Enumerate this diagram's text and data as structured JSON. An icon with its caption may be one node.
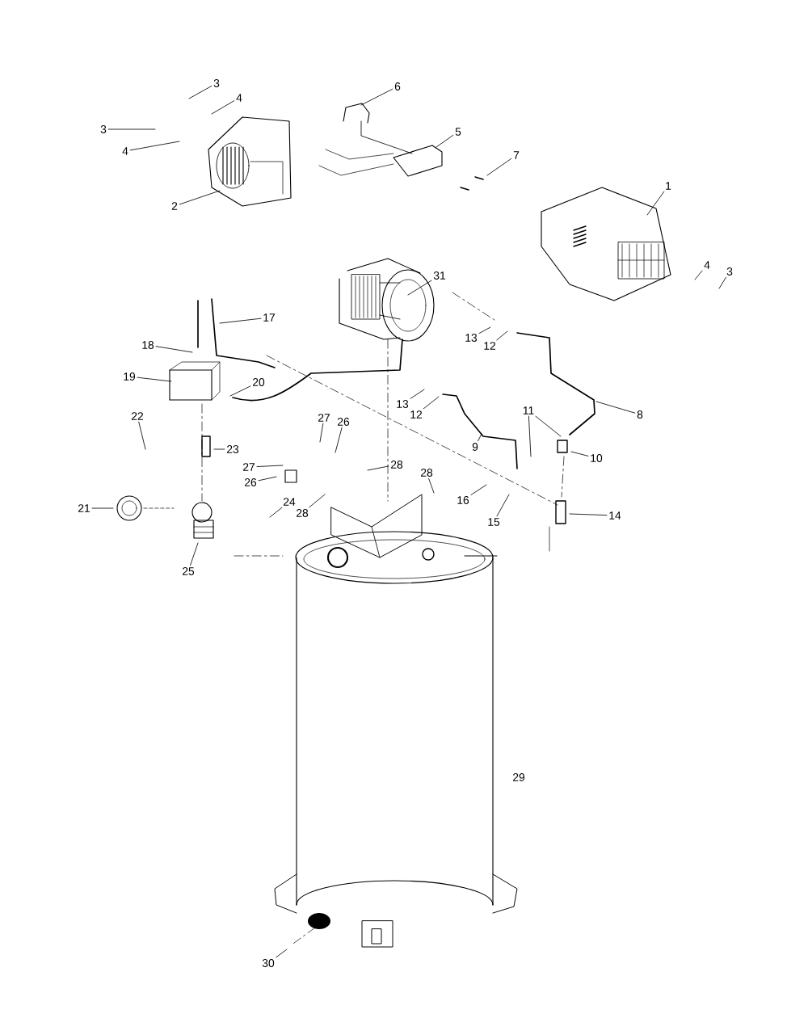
{
  "diagram": {
    "nodes": [
      {
        "text": [
          "3"
        ]
      },
      {
        "text": [
          "4"
        ]
      },
      {
        "text": [
          "3"
        ]
      },
      {
        "text": [
          "4"
        ]
      },
      {
        "text": [
          "6"
        ]
      },
      {
        "text": [
          "5"
        ]
      },
      {
        "text": [
          "7"
        ]
      },
      {
        "text": [
          "1"
        ]
      },
      {
        "text": [
          "2"
        ]
      },
      {
        "text": [
          "4"
        ]
      },
      {
        "text": [
          "3"
        ]
      },
      {
        "text": [
          "31"
        ]
      },
      {
        "text": [
          "17"
        ]
      },
      {
        "text": [
          "13"
        ]
      },
      {
        "text": [
          "18"
        ]
      },
      {
        "text": [
          "12"
        ]
      },
      {
        "text": [
          "19"
        ]
      },
      {
        "text": [
          "20"
        ]
      },
      {
        "text": [
          "13"
        ]
      },
      {
        "text": [
          "11"
        ]
      },
      {
        "text": [
          "8"
        ]
      },
      {
        "text": [
          "12"
        ]
      },
      {
        "text": [
          "22"
        ]
      },
      {
        "text": [
          "27"
        ]
      },
      {
        "text": [
          "26"
        ]
      },
      {
        "text": [
          "9"
        ]
      },
      {
        "text": [
          "23"
        ]
      },
      {
        "text": [
          "10"
        ]
      },
      {
        "text": [
          "28"
        ]
      },
      {
        "text": [
          "27"
        ]
      },
      {
        "text": [
          "28"
        ]
      },
      {
        "text": [
          "26"
        ]
      },
      {
        "text": [
          "16"
        ]
      },
      {
        "text": [
          "24"
        ]
      },
      {
        "text": [
          "21"
        ]
      },
      {
        "text": [
          "28"
        ]
      },
      {
        "text": [
          "14"
        ]
      },
      {
        "text": [
          "15"
        ]
      },
      {
        "text": [
          "25"
        ]
      },
      {
        "text": [
          "30"
        ]
      }
    ],
    "edges": [
      {
        "from": 0,
        "to": null,
        "arrow": "none"
      },
      {
        "from": 1,
        "to": null,
        "arrow": "none"
      },
      {
        "from": 2,
        "to": null,
        "arrow": "none"
      },
      {
        "from": 3,
        "to": null,
        "arrow": "none"
      },
      {
        "from": 4,
        "to": null,
        "arrow": "none"
      },
      {
        "from": 5,
        "to": null,
        "arrow": "none"
      },
      {
        "from": 6,
        "to": null,
        "arrow": "none"
      },
      {
        "from": 7,
        "to": null,
        "arrow": "none"
      },
      {
        "from": 8,
        "to": null,
        "arrow": "none"
      },
      {
        "from": 9,
        "to": null,
        "arrow": "none"
      },
      {
        "from": 10,
        "to": null,
        "arrow": "none"
      },
      {
        "from": 11,
        "to": null,
        "arrow": "none"
      },
      {
        "from": 12,
        "to": null,
        "arrow": "none"
      },
      {
        "from": 13,
        "to": null,
        "arrow": "none"
      },
      {
        "from": 14,
        "to": null,
        "arrow": "none"
      },
      {
        "from": 15,
        "to": null,
        "arrow": "none"
      },
      {
        "from": 16,
        "to": null,
        "arrow": "none"
      },
      {
        "from": 17,
        "to": null,
        "arrow": "none"
      },
      {
        "from": 18,
        "to": null,
        "arrow": "none"
      },
      {
        "from": 19,
        "to": null,
        "arrow": "none"
      },
      {
        "from": 19,
        "to": null,
        "arrow": "none"
      },
      {
        "from": 20,
        "to": null,
        "arrow": "none"
      },
      {
        "from": 21,
        "to": null,
        "arrow": "none"
      },
      {
        "from": 22,
        "to": null,
        "arrow": "none"
      },
      {
        "from": 23,
        "to": null,
        "arrow": "none"
      },
      {
        "from": 24,
        "to": null,
        "arrow": "none"
      },
      {
        "from": 25,
        "to": null,
        "arrow": "none"
      },
      {
        "from": 26,
        "to": null,
        "arrow": "none"
      },
      {
        "from": 27,
        "to": null,
        "arrow": "none"
      },
      {
        "from": 28,
        "to": null,
        "arrow": "none"
      },
      {
        "from": 29,
        "to": null,
        "arrow": "none"
      },
      {
        "from": 30,
        "to": null,
        "arrow": "none"
      },
      {
        "from": 31,
        "to": null,
        "arrow": "none"
      },
      {
        "from": 32,
        "to": null,
        "arrow": "none"
      },
      {
        "from": 33,
        "to": null,
        "arrow": "none"
      },
      {
        "from": 34,
        "to": null,
        "arrow": "none"
      },
      {
        "from": 35,
        "to": null,
        "arrow": "none"
      },
      {
        "from": 36,
        "to": null,
        "arrow": "none"
      },
      {
        "from": 37,
        "to": null,
        "arrow": "none"
      },
      {
        "from": 38,
        "to": null,
        "arrow": "none"
      },
      {
        "from": 39,
        "to": null,
        "arrow": "none"
      }
    ],
    "labels": [
      "29"
    ]
  }
}
